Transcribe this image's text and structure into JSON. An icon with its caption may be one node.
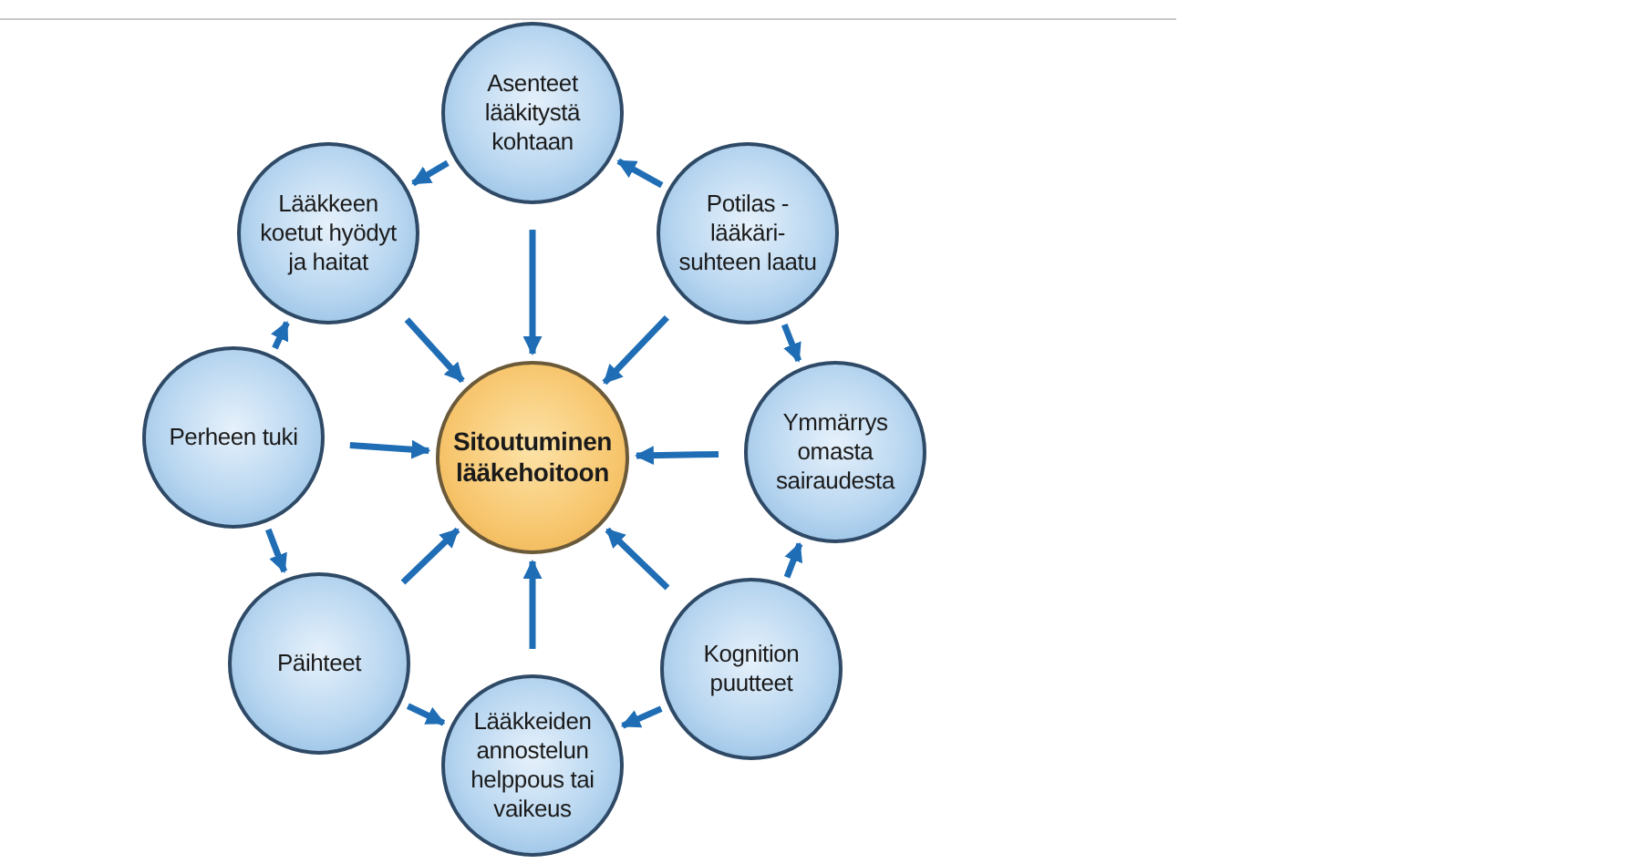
{
  "diagram": {
    "nodes": [
      {
        "text": [
          "Asenteet lääkitystä kohtaan"
        ]
      },
      {
        "text": [
          "Lääkkeen koetut hyödyt ja haitat"
        ]
      },
      {
        "text": [
          "Potilas - lääkäri-suhteen laatu"
        ]
      },
      {
        "text": [
          "Perheen tuki"
        ]
      },
      {
        "text": [
          "Sitoutuminen lääkehoitoon"
        ]
      },
      {
        "text": [
          "Ymmärrys omasta sairaudesta"
        ]
      },
      {
        "text": [
          "Päihteet"
        ]
      },
      {
        "text": [
          "Kognition puutteet"
        ]
      },
      {
        "text": [
          "Lääkkeiden annostelun helppous tai vaikeus"
        ]
      }
    ],
    "edges": [
      {
        "from": 0,
        "to": 4,
        "arrow": "to"
      },
      {
        "from": 1,
        "to": 4,
        "arrow": "to"
      },
      {
        "from": 2,
        "to": 4,
        "arrow": "to"
      },
      {
        "from": 3,
        "to": 4,
        "arrow": "to"
      },
      {
        "from": 5,
        "to": 4,
        "arrow": "to"
      },
      {
        "from": 6,
        "to": 4,
        "arrow": "to"
      },
      {
        "from": 7,
        "to": 4,
        "arrow": "to"
      },
      {
        "from": 8,
        "to": 4,
        "arrow": "to"
      },
      {
        "from": 0,
        "to": 1,
        "arrow": "to"
      },
      {
        "from": 2,
        "to": 0,
        "arrow": "to"
      },
      {
        "from": 2,
        "to": 5,
        "arrow": "to"
      },
      {
        "from": 7,
        "to": 5,
        "arrow": "to"
      },
      {
        "from": 7,
        "to": 8,
        "arrow": "to"
      },
      {
        "from": 6,
        "to": 8,
        "arrow": "to"
      },
      {
        "from": 3,
        "to": 6,
        "arrow": "to"
      },
      {
        "from": 3,
        "to": 1,
        "arrow": "to"
      }
    ]
  }
}
